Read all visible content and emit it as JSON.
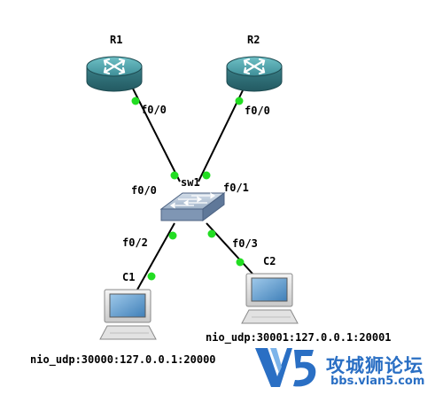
{
  "nodes": {
    "r1": {
      "label": "R1"
    },
    "r2": {
      "label": "R2"
    },
    "sw1": {
      "label": "sw1"
    },
    "c1": {
      "label": "C1"
    },
    "c2": {
      "label": "C2"
    }
  },
  "interfaces": {
    "r1_f00": "f0/0",
    "r2_f00": "f0/0",
    "sw_f00": "f0/0",
    "sw_f01": "f0/1",
    "sw_f02": "f0/2",
    "sw_f03": "f0/3"
  },
  "nio": {
    "c1": "nio_udp:30000:127.0.0.1:20000",
    "c2": "nio_udp:30001:127.0.0.1:20001"
  },
  "watermark": {
    "brand": "攻城狮论坛",
    "url": "bbs.vlan5.com"
  },
  "colors": {
    "router_top": "#4fa0a8",
    "router_side": "#2f6f78",
    "switch_top": "#b7c6d9",
    "switch_side": "#6e86a6",
    "link_dot": "#22dd22",
    "watermark_blue": "#2a6fc4"
  }
}
